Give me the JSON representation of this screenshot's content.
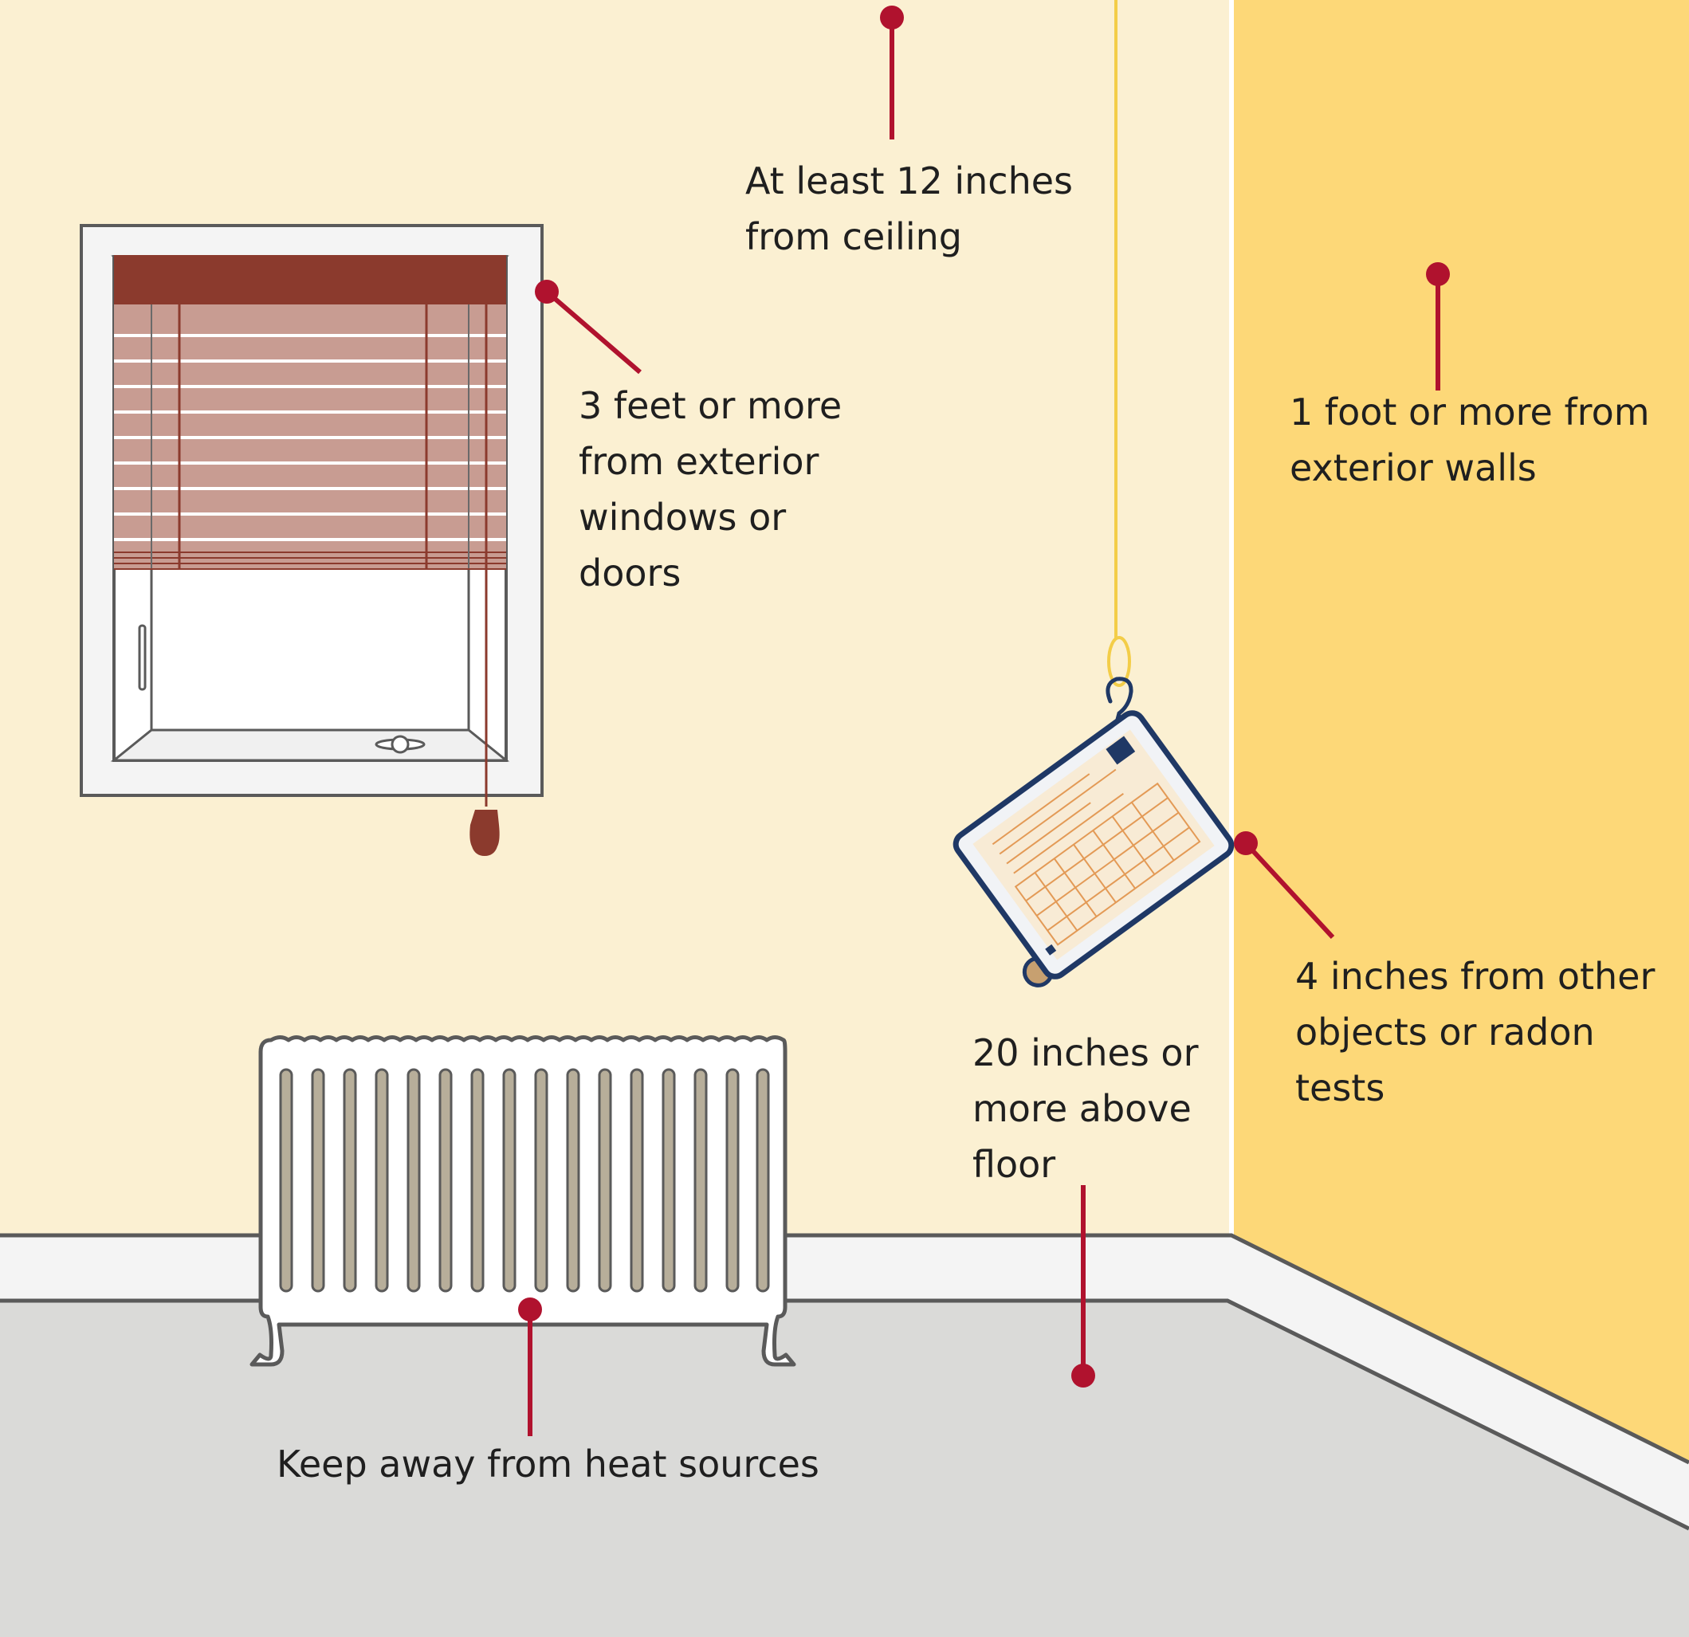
{
  "colors": {
    "left_wall": "#fbf0d2",
    "right_wall": "#fdd878",
    "floor": "#dadad8",
    "baseboard": "#f4f4f4",
    "outline": "#5a5a5a",
    "blind_rail": "#8b3a2d",
    "blind_slats": "#c89c92",
    "callout": "#b0122e",
    "cord": "#f3cd48",
    "detector_border": "#1f3865",
    "radiator_fill": "#ffffff",
    "radiator_slot": "#b7ae9a"
  },
  "labels": {
    "ceiling": [
      "At least 12 inches",
      "from ceiling"
    ],
    "window": [
      "3 feet or more",
      "from exterior",
      "windows or",
      "doors"
    ],
    "wall": [
      "1 foot or more from",
      "exterior walls"
    ],
    "objects": [
      "4 inches from other",
      "objects or radon",
      "tests"
    ],
    "floor": [
      "20 inches or",
      "more above",
      "floor"
    ],
    "heat": [
      "Keep away from heat sources"
    ]
  },
  "icons": [
    "window-blind-icon",
    "radiator-icon",
    "radon-detector-icon",
    "hanging-cord-icon",
    "hook-icon"
  ]
}
